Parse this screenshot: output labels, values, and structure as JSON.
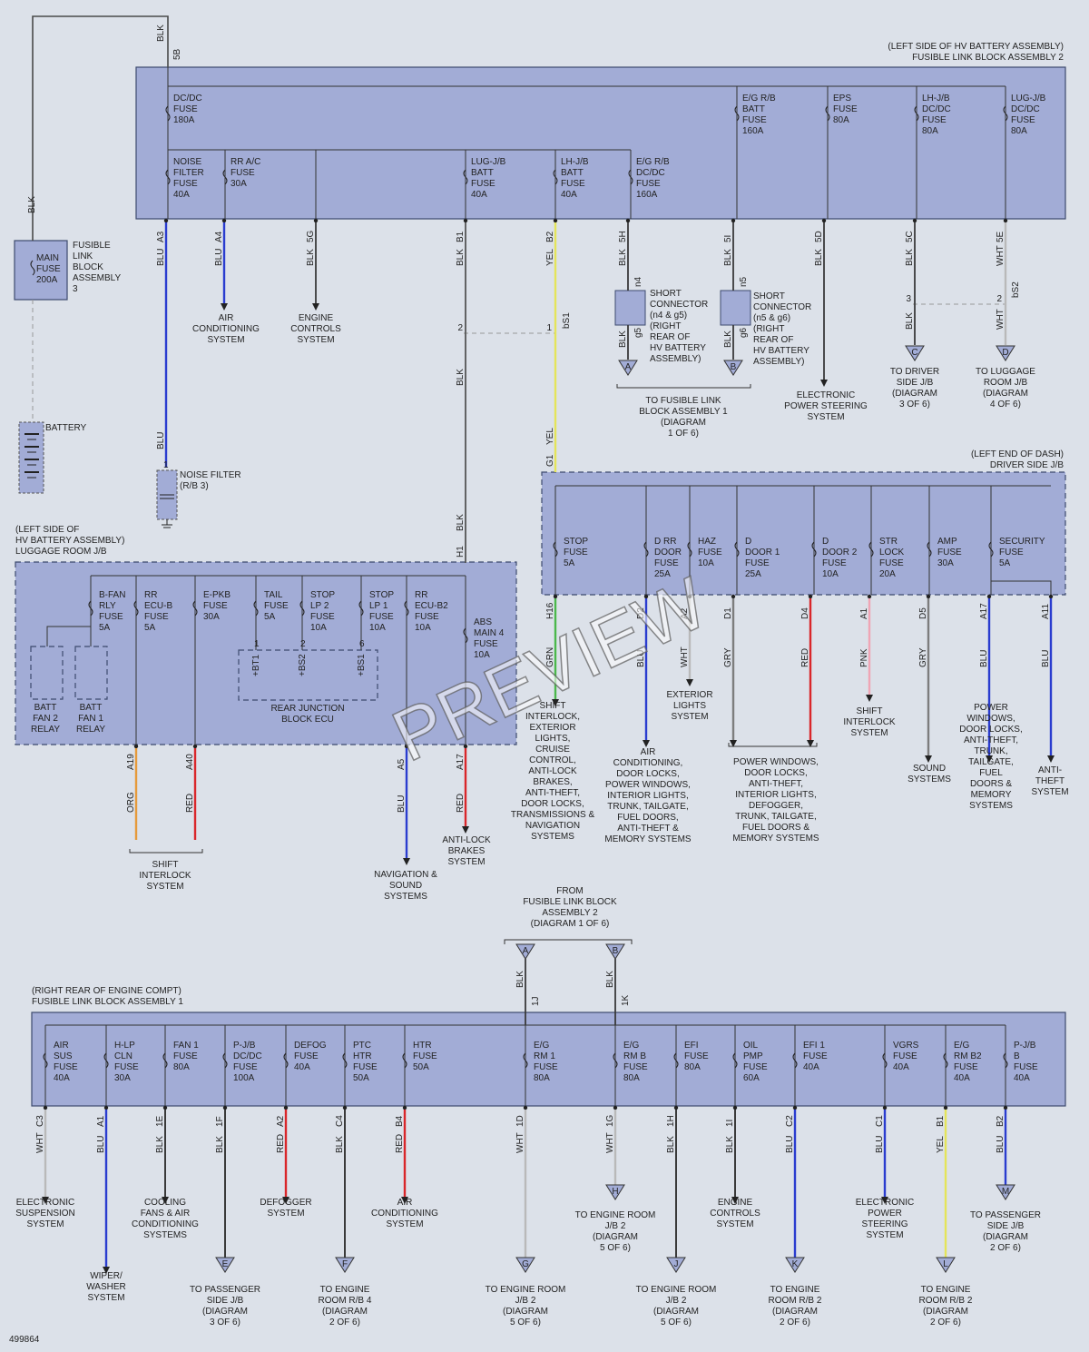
{
  "diagram_id": "499864",
  "watermark": "PREVIEW",
  "colors": {
    "BLU": "#2a3ccf",
    "BLK": "#3a3a3a",
    "YEL": "#e4e45a",
    "WHT": "#b9b9b9",
    "GRY": "#7d7d7d",
    "RED": "#d9262a",
    "ORG": "#e59a3b",
    "GRN": "#4bb84b",
    "PNK": "#f0a5b5"
  },
  "captions": {
    "flb2": [
      "(LEFT SIDE OF HV BATTERY ASSEMBLY)",
      "FUSIBLE LINK BLOCK ASSEMBLY 2"
    ],
    "djb": [
      "(LEFT END OF DASH)",
      "DRIVER SIDE J/B"
    ],
    "luggage": [
      "(LEFT SIDE OF",
      "HV BATTERY ASSEMBLY)",
      "LUGGAGE ROOM J/B"
    ],
    "flb1": [
      "(RIGHT REAR OF ENGINE COMPT)",
      "FUSIBLE LINK BLOCK ASSEMBLY 1"
    ],
    "fusible3": [
      "FUSIBLE",
      "LINK",
      "BLOCK",
      "ASSEMBLY",
      "3"
    ],
    "mainfuse": [
      "MAIN",
      "FUSE",
      "200A"
    ],
    "battery": "BATTERY",
    "noisefilter": [
      "NOISE FILTER",
      "(R/B 3)"
    ],
    "rear_ecu": [
      "REAR JUNCTION",
      "BLOCK ECU"
    ],
    "from_flb2": [
      "FROM",
      "FUSIBLE LINK BLOCK",
      "ASSEMBLY 2",
      "(DIAGRAM 1 OF 6)"
    ],
    "sc1": [
      "SHORT",
      "CONNECTOR",
      "(n4 & g5)",
      "(RIGHT",
      "REAR OF",
      "HV BATTERY",
      "ASSEMBLY)"
    ],
    "sc2": [
      "SHORT",
      "CONNECTOR",
      "(n5 & g6)",
      "(RIGHT",
      "REAR OF",
      "HV BATTERY",
      "ASSEMBLY)"
    ],
    "to_flb1": [
      "TO FUSIBLE LINK",
      "BLOCK ASSEMBLY 1",
      "(DIAGRAM",
      "1 OF 6)"
    ],
    "relay1": [
      "BATT",
      "FAN 2",
      "RELAY"
    ],
    "relay2": [
      "BATT",
      "FAN 1",
      "RELAY"
    ]
  },
  "top_fuses": [
    {
      "lines": [
        "DC/DC",
        "FUSE",
        "180A"
      ]
    },
    {
      "lines": [
        "E/G R/B",
        "BATT",
        "FUSE",
        "160A"
      ]
    },
    {
      "lines": [
        "EPS",
        "FUSE",
        "80A"
      ]
    },
    {
      "lines": [
        "LH-J/B",
        "DC/DC",
        "FUSE",
        "80A"
      ]
    },
    {
      "lines": [
        "LUG-J/B",
        "DC/DC",
        "FUSE",
        "80A"
      ]
    },
    {
      "lines": [
        "NOISE",
        "FILTER",
        "FUSE",
        "40A"
      ]
    },
    {
      "lines": [
        "RR A/C",
        "FUSE",
        "30A"
      ]
    },
    {
      "lines": [
        "LUG-J/B",
        "BATT",
        "FUSE",
        "40A"
      ]
    },
    {
      "lines": [
        "LH-J/B",
        "BATT",
        "FUSE",
        "40A"
      ]
    },
    {
      "lines": [
        "E/G R/B",
        "DC/DC",
        "FUSE",
        "160A"
      ]
    }
  ],
  "djb_fuses": [
    {
      "lines": [
        "STOP",
        "FUSE",
        "5A"
      ]
    },
    {
      "lines": [
        "D RR",
        "DOOR",
        "FUSE",
        "25A"
      ]
    },
    {
      "lines": [
        "HAZ",
        "FUSE",
        "10A"
      ]
    },
    {
      "lines": [
        "D",
        "DOOR 1",
        "FUSE",
        "25A"
      ]
    },
    {
      "lines": [
        "D",
        "DOOR 2",
        "FUSE",
        "10A"
      ]
    },
    {
      "lines": [
        "STR",
        "LOCK",
        "FUSE",
        "20A"
      ]
    },
    {
      "lines": [
        "AMP",
        "FUSE",
        "30A"
      ]
    },
    {
      "lines": [
        "SECURITY",
        "FUSE",
        "5A"
      ]
    }
  ],
  "lug_fuses": [
    {
      "lines": [
        "B-FAN",
        "RLY",
        "FUSE",
        "5A"
      ]
    },
    {
      "lines": [
        "RR",
        "ECU-B",
        "FUSE",
        "5A"
      ]
    },
    {
      "lines": [
        "E-PKB",
        "FUSE",
        "30A"
      ]
    },
    {
      "lines": [
        "TAIL",
        "FUSE",
        "5A"
      ]
    },
    {
      "lines": [
        "STOP",
        "LP 2",
        "FUSE",
        "10A"
      ]
    },
    {
      "lines": [
        "STOP",
        "LP 1",
        "FUSE",
        "10A"
      ]
    },
    {
      "lines": [
        "RR",
        "ECU-B2",
        "FUSE",
        "10A"
      ]
    },
    {
      "lines": [
        "ABS",
        "MAIN 4",
        "FUSE",
        "10A"
      ]
    }
  ],
  "bottom_fuses": [
    {
      "lines": [
        "AIR",
        "SUS",
        "FUSE",
        "40A"
      ]
    },
    {
      "lines": [
        "H-LP",
        "CLN",
        "FUSE",
        "30A"
      ]
    },
    {
      "lines": [
        "FAN 1",
        "FUSE",
        "80A"
      ]
    },
    {
      "lines": [
        "P-J/B",
        "DC/DC",
        "FUSE",
        "100A"
      ]
    },
    {
      "lines": [
        "DEFOG",
        "FUSE",
        "40A"
      ]
    },
    {
      "lines": [
        "PTC",
        "HTR",
        "FUSE",
        "50A"
      ]
    },
    {
      "lines": [
        "HTR",
        "FUSE",
        "50A"
      ]
    },
    {
      "lines": [
        "E/G",
        "RM 1",
        "FUSE",
        "80A"
      ]
    },
    {
      "lines": [
        "E/G",
        "RM B",
        "FUSE",
        "80A"
      ]
    },
    {
      "lines": [
        "EFI",
        "FUSE",
        "80A"
      ]
    },
    {
      "lines": [
        "OIL",
        "PMP",
        "FUSE",
        "60A"
      ]
    },
    {
      "lines": [
        "EFI 1",
        "FUSE",
        "40A"
      ]
    },
    {
      "lines": [
        "VGRS",
        "FUSE",
        "40A"
      ]
    },
    {
      "lines": [
        "E/G",
        "RM B2",
        "FUSE",
        "40A"
      ]
    },
    {
      "lines": [
        "P-J/B",
        "B",
        "FUSE",
        "40A"
      ]
    }
  ],
  "top_dests": [
    {
      "lines": [
        "AIR",
        "CONDITIONING",
        "SYSTEM"
      ]
    },
    {
      "lines": [
        "ENGINE",
        "CONTROLS",
        "SYSTEM"
      ]
    },
    {
      "lines": [
        "ELECTRONIC",
        "POWER STEERING",
        "SYSTEM"
      ]
    },
    {
      "lines": [
        "TO DRIVER",
        "SIDE J/B",
        "(DIAGRAM",
        "3 OF 6)"
      ]
    },
    {
      "lines": [
        "TO LUGGAGE",
        "ROOM J/B",
        "(DIAGRAM",
        "4 OF 6)"
      ]
    }
  ],
  "djb_dests": [
    {
      "lines": [
        "SHIFT",
        "INTERLOCK,",
        "EXTERIOR",
        "LIGHTS,",
        "CRUISE",
        "CONTROL,",
        "ANTI-LOCK",
        "BRAKES,",
        "ANTI-THEFT,",
        "DOOR LOCKS,",
        "TRANSMISSIONS &",
        "NAVIGATION",
        "SYSTEMS"
      ]
    },
    {
      "lines": [
        "AIR",
        "CONDITIONING,",
        "DOOR LOCKS,",
        "POWER WINDOWS,",
        "INTERIOR LIGHTS,",
        "TRUNK, TAILGATE,",
        "FUEL DOORS,",
        "ANTI-THEFT &",
        "MEMORY SYSTEMS"
      ]
    },
    {
      "lines": [
        "EXTERIOR",
        "LIGHTS",
        "SYSTEM"
      ]
    },
    {
      "lines": [
        "POWER WINDOWS,",
        "DOOR LOCKS,",
        "ANTI-THEFT,",
        "INTERIOR LIGHTS,",
        "DEFOGGER,",
        "TRUNK, TAILGATE,",
        "FUEL DOORS &",
        "MEMORY SYSTEMS"
      ]
    },
    {
      "lines": [
        "SHIFT",
        "INTERLOCK",
        "SYSTEM"
      ]
    },
    {
      "lines": [
        "SOUND",
        "SYSTEMS"
      ]
    },
    {
      "lines": [
        "POWER",
        "WINDOWS,",
        "DOOR LOCKS,",
        "ANTI-THEFT,",
        "TRUNK,",
        "TAILGATE,",
        "FUEL",
        "DOORS &",
        "MEMORY",
        "SYSTEMS"
      ]
    },
    {
      "lines": [
        "ANTI-",
        "THEFT",
        "SYSTEM"
      ]
    }
  ],
  "lug_dests": [
    {
      "lines": [
        "SHIFT",
        "INTERLOCK",
        "SYSTEM"
      ]
    },
    {
      "lines": [
        "NAVIGATION &",
        "SOUND",
        "SYSTEMS"
      ]
    },
    {
      "lines": [
        "ANTI-LOCK",
        "BRAKES",
        "SYSTEM"
      ]
    }
  ],
  "bottom_dests": [
    {
      "lines": [
        "ELECTRONIC",
        "SUSPENSION",
        "SYSTEM"
      ]
    },
    {
      "lines": [
        "WIPER/",
        "WASHER",
        "SYSTEM"
      ]
    },
    {
      "lines": [
        "COOLING",
        "FANS & AIR",
        "CONDITIONING",
        "SYSTEMS"
      ]
    },
    {
      "lines": [
        "TO PASSENGER",
        "SIDE J/B",
        "(DIAGRAM",
        "3 OF 6)"
      ]
    },
    {
      "lines": [
        "DEFOGGER",
        "SYSTEM"
      ]
    },
    {
      "lines": [
        "TO ENGINE",
        "ROOM R/B 4",
        "(DIAGRAM",
        "2 OF 6)"
      ]
    },
    {
      "lines": [
        "AIR",
        "CONDITIONING",
        "SYSTEM"
      ]
    },
    {
      "lines": [
        "TO ENGINE ROOM",
        "J/B 2",
        "(DIAGRAM",
        "5 OF 6)"
      ]
    },
    {
      "lines": [
        "TO ENGINE ROOM",
        "J/B 2",
        "(DIAGRAM",
        "5 OF 6)"
      ]
    },
    {
      "lines": [
        "TO ENGINE ROOM",
        "J/B 2",
        "(DIAGRAM",
        "5 OF 6)"
      ]
    },
    {
      "lines": [
        "ENGINE",
        "CONTROLS",
        "SYSTEM"
      ]
    },
    {
      "lines": [
        "TO ENGINE",
        "ROOM R/B 2",
        "(DIAGRAM",
        "2 OF 6)"
      ]
    },
    {
      "lines": [
        "ELECTRONIC",
        "POWER",
        "STEERING",
        "SYSTEM"
      ]
    },
    {
      "lines": [
        "TO ENGINE",
        "ROOM R/B 2",
        "(DIAGRAM",
        "2 OF 6)"
      ]
    },
    {
      "lines": [
        "TO PASSENGER",
        "SIDE J/B",
        "(DIAGRAM",
        "2 OF 6)"
      ]
    }
  ],
  "top_wires": [
    {
      "pin": "A3",
      "color": "BLU"
    },
    {
      "pin": "A4",
      "color": "BLU"
    },
    {
      "pin": "5G",
      "color": "BLK"
    },
    {
      "pin": "B1",
      "color": "BLK"
    },
    {
      "pin": "B2",
      "color": "YEL"
    },
    {
      "pin": "5H",
      "color": "BLK"
    },
    {
      "pin": "5I",
      "color": "BLK"
    },
    {
      "pin": "5D",
      "color": "BLK"
    },
    {
      "pin": "5C",
      "color": "BLK"
    },
    {
      "pin": "5E",
      "color": "WHT"
    }
  ],
  "djb_wires": [
    {
      "pin": "H16",
      "color": "GRN"
    },
    {
      "pin": "D2",
      "color": "BLU"
    },
    {
      "pin": "A2",
      "color": "WHT"
    },
    {
      "pin": "D1",
      "color": "GRY"
    },
    {
      "pin": "D4",
      "color": "RED"
    },
    {
      "pin": "A1",
      "color": "PNK"
    },
    {
      "pin": "D5",
      "color": "GRY"
    },
    {
      "pin": "A17",
      "color": "BLU"
    },
    {
      "pin": "A11",
      "color": "BLU"
    }
  ],
  "lug_wires": [
    {
      "pin": "A19",
      "color": "ORG"
    },
    {
      "pin": "A40",
      "color": "RED"
    },
    {
      "pin": "A5",
      "color": "BLU"
    },
    {
      "pin": "A17",
      "color": "RED"
    }
  ],
  "bottom_wires": [
    {
      "pin": "C3",
      "color": "WHT"
    },
    {
      "pin": "A1",
      "color": "BLU"
    },
    {
      "pin": "1E",
      "color": "BLK"
    },
    {
      "pin": "1F",
      "color": "BLK"
    },
    {
      "pin": "A2",
      "color": "RED"
    },
    {
      "pin": "C4",
      "color": "BLK"
    },
    {
      "pin": "B4",
      "color": "RED"
    },
    {
      "pin": "1D",
      "color": "WHT"
    },
    {
      "pin": "1G",
      "color": "WHT"
    },
    {
      "pin": "1H",
      "color": "BLK"
    },
    {
      "pin": "1I",
      "color": "BLK"
    },
    {
      "pin": "C2",
      "color": "BLU"
    },
    {
      "pin": "C1",
      "color": "BLU"
    },
    {
      "pin": "B1",
      "color": "YEL"
    },
    {
      "pin": "B2",
      "color": "BLU"
    }
  ],
  "misc_labels": {
    "blk": "BLK",
    "wht": "WHT",
    "yel": "YEL",
    "blu": "BLU",
    "grn": "GRN",
    "pin_5B": "5B",
    "pin_1J": "1J",
    "pin_1K": "1K",
    "pin_G1": "G1",
    "pin_H1": "H1",
    "pin_bs1": "bS1",
    "pin_bs2": "bS2",
    "pin_n4": "n4",
    "pin_n5": "n5",
    "pin_g5": "g5",
    "pin_g6": "g6",
    "pin_1": "1",
    "pin_2": "2",
    "pin_3": "3",
    "pin_6": "6",
    "bt1": "+BT1",
    "bs2": "+BS2",
    "bs1": "+BS1"
  },
  "connectors": [
    "A",
    "B",
    "C",
    "D",
    "E",
    "F",
    "G",
    "H",
    "J",
    "K",
    "L",
    "M"
  ]
}
